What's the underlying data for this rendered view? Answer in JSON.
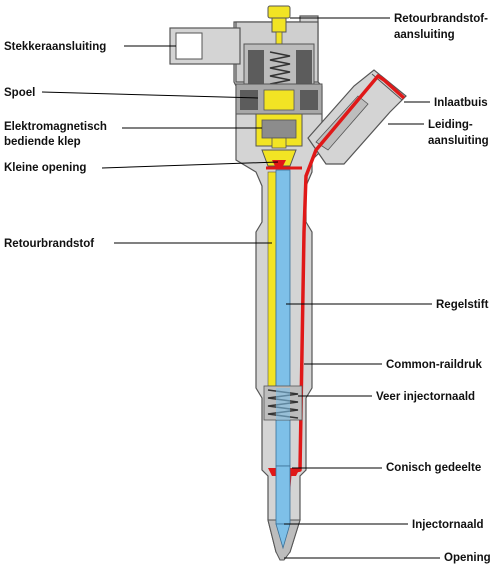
{
  "labels": {
    "stekkeraansluiting": "Stekkeraansluiting",
    "spoel": "Spoel",
    "klep_line1": "Elektromagnetisch",
    "klep_line2": "bediende klep",
    "kleine_opening": "Kleine opening",
    "retourbrandstof": "Retourbrandstof",
    "retour_aansl_line1": "Retourbrandstof-",
    "retour_aansl_line2": "aansluiting",
    "inlaatbuis": "Inlaatbuis",
    "leiding_line1": "Leiding-",
    "leiding_line2": "aansluiting",
    "regelstift": "Regelstift",
    "common_raildruk": "Common-raildruk",
    "veer_injectornaald": "Veer injectornaald",
    "conisch_gedeelte": "Conisch gedeelte",
    "injectornaald": "Injectornaald",
    "opening": "Opening"
  },
  "colors": {
    "body_gray": "#d4d4d4",
    "outline": "#555555",
    "high_pressure_red": "#e01818",
    "return_yellow": "#f2e424",
    "needle_blue": "#7ec0e8",
    "solenoid_dark": "#5c5c5c"
  }
}
